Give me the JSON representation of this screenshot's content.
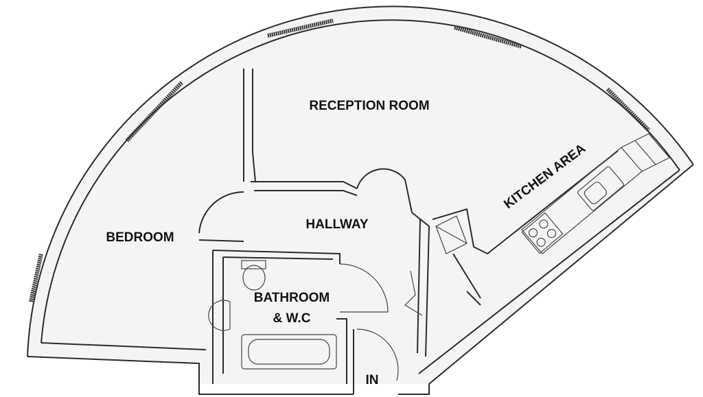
{
  "title": "Floor plan",
  "rooms": {
    "reception": "RECEPTION ROOM",
    "kitchen": "KITCHEN AREA",
    "hallway": "HALLWAY",
    "bedroom": "BEDROOM",
    "bathroom_line1": "BATHROOM",
    "bathroom_line2": "& W.C",
    "entrance": "IN"
  }
}
